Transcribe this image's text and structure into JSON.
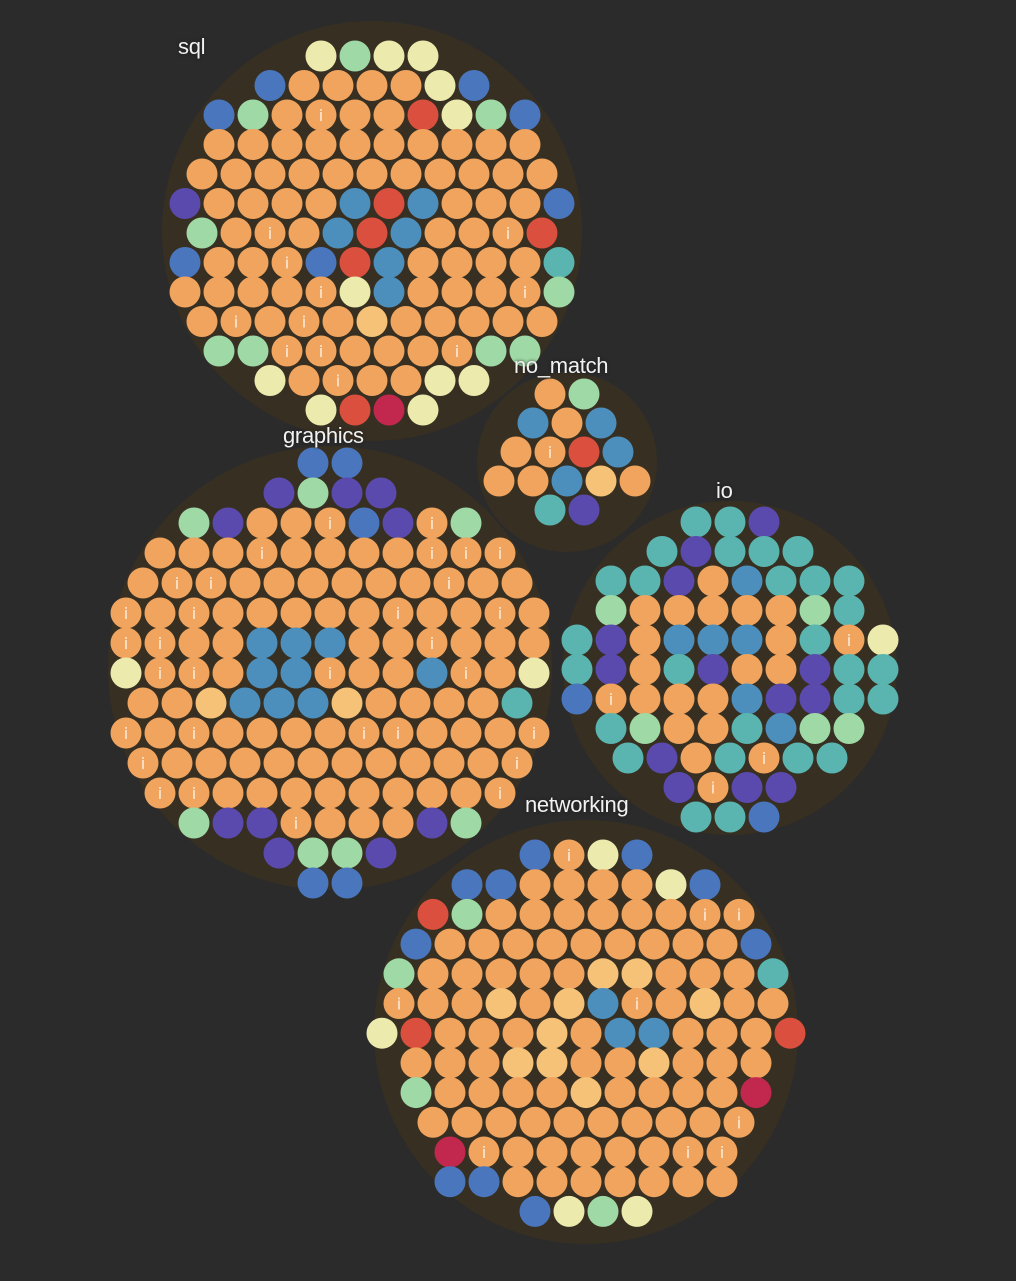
{
  "palette": {
    "background": "#2b2b2b",
    "cluster_fill": "#372f22",
    "orange": "#f0a45e",
    "light_orange": "#f5c277",
    "blue": "#4a76bd",
    "mid_blue": "#4c8fbd",
    "teal": "#5ab5b0",
    "mint": "#9ed9a6",
    "yellow": "#ecebad",
    "red": "#db4f3e",
    "crimson": "#c2284e",
    "purple": "#5b4aad"
  },
  "clusters": [
    {
      "id": "sql",
      "label": "sql",
      "radius": 210,
      "rows": [
        "    YMYY",
        "  B OOOOYB",
        " BMOiOORYMB",
        "BOOOOOOOOOOB",
        "BOOOOOOOOOOOB",
        "POOOOdRdOOOB",
        "MOiOdRdOOiR",
        "BOOiBRdOOOOT",
        "BOOOOiYdOOOiMB",
        "BOiOiOlOOOOOB",
        "BMMiiOOOiMMM",
        "    YOiOOYY",
        "     YRCY"
      ]
    },
    {
      "id": "no_match",
      "label": "no_match",
      "radius": 90,
      "rows": [
        " OM",
        "dOd",
        "OiRd",
        "OOdlO",
        " TP"
      ]
    },
    {
      "id": "graphics",
      "label": "graphics",
      "radius": 222,
      "rows": [
        "     BB",
        "    PMPP",
        "  MMPOOiBPiMM",
        " MOOOiOOOOiiiM",
        " COiiOOOOOOiOOC",
        "MiOiOOOOOiOOiOM",
        "YiiOOdddOOiOOOT",
        "YiiOddiOOdiOY",
        " TOOldddlOOOOTB",
        "MiOiOOOOiiOOOiM",
        "CiOOOOOOOOOOiT",
        " MiiOOOOOOOOiR",
        "  MMPPiOOOPMM",
        "     PMMP",
        "      BB"
      ]
    },
    {
      "id": "io",
      "label": "io",
      "radius": 167,
      "rows": [
        "   TTP",
        "  TPTTT",
        "  TTPOdTTT",
        " iMOOOOOMTT",
        "TPOdddOTiY",
        "TPOTPOOPTT",
        "BiOOOdPPTT",
        "TTMOOTdMMT",
        "  TTPOTiTTY",
        "  PiPP",
        "   TTB"
      ]
    },
    {
      "id": "networking",
      "label": "networking",
      "radius": 212,
      "rows": [
        "    BiYB",
        "  BBBOOOOYBB",
        " BRMOOOOOOiiB",
        " BOOOOOOOOOB",
        "BMOOOOOllOOOTB",
        "BiOOlOldiOlOOB",
        "YROOOlOddOOOR",
        " BOOOllOOlOOOM",
        "BMOOOOlOOOOCB",
        "BOOOOOOOOOiB",
        "BRCiOOOOOiiOB",
        " BBBOOOOOOOY",
        "   BYMY"
      ]
    }
  ],
  "diagram_items": {
    "sql": [
      {
        "kind": "circle",
        "color": "yellow",
        "info": false
      },
      {
        "kind": "circle",
        "color": "mint",
        "info": false
      },
      {
        "kind": "circle",
        "color": "yellow",
        "info": false
      },
      {
        "kind": "circle",
        "color": "yellow",
        "info": false
      },
      {
        "kind": "circle",
        "color": "blue",
        "info": false
      },
      {
        "kind": "circle",
        "color": "yellow",
        "info": false
      },
      {
        "kind": "circle",
        "color": "orange",
        "info": true
      },
      {
        "kind": "circle",
        "color": "orange",
        "info": false
      },
      {
        "kind": "circle",
        "color": "orange",
        "info": false
      },
      {
        "kind": "circle",
        "color": "yellow",
        "info": false
      },
      {
        "kind": "circle",
        "color": "blue",
        "info": false
      },
      {
        "kind": "circle",
        "color": "red",
        "info": false
      },
      {
        "kind": "circle",
        "color": "mint",
        "info": false
      },
      {
        "kind": "circle",
        "color": "purple",
        "info": false
      },
      {
        "kind": "circle",
        "color": "mid_blue",
        "info": true
      },
      {
        "kind": "circle",
        "color": "crimson",
        "info": false
      }
    ],
    "no_match": [
      {
        "kind": "circle",
        "color": "orange",
        "info": false
      },
      {
        "kind": "circle",
        "color": "mint",
        "info": false
      },
      {
        "kind": "circle",
        "color": "mid_blue",
        "info": true
      },
      {
        "kind": "circle",
        "color": "red",
        "info": false
      },
      {
        "kind": "circle",
        "color": "teal",
        "info": false
      },
      {
        "kind": "circle",
        "color": "purple",
        "info": false
      }
    ],
    "graphics": [
      {
        "kind": "circle",
        "color": "blue",
        "info": false
      },
      {
        "kind": "circle",
        "color": "purple",
        "info": false
      },
      {
        "kind": "circle",
        "color": "mint",
        "info": true
      },
      {
        "kind": "circle",
        "color": "crimson",
        "info": true
      },
      {
        "kind": "circle",
        "color": "yellow",
        "info": false
      },
      {
        "kind": "circle",
        "color": "mid_blue",
        "info": true
      },
      {
        "kind": "circle",
        "color": "light_orange",
        "info": true
      },
      {
        "kind": "circle",
        "color": "red",
        "info": true
      }
    ],
    "io": [
      {
        "kind": "circle",
        "color": "teal",
        "info": true
      },
      {
        "kind": "circle",
        "color": "purple",
        "info": true
      },
      {
        "kind": "circle",
        "color": "orange",
        "info": false
      },
      {
        "kind": "circle",
        "color": "mid_blue",
        "info": true
      },
      {
        "kind": "circle",
        "color": "yellow",
        "info": false
      },
      {
        "kind": "circle",
        "color": "blue",
        "info": true
      }
    ],
    "networking": [
      {
        "kind": "circle",
        "color": "blue",
        "info": false
      },
      {
        "kind": "circle",
        "color": "yellow",
        "info": true
      },
      {
        "kind": "circle",
        "color": "red",
        "info": true
      },
      {
        "kind": "circle",
        "color": "light_orange",
        "info": false
      },
      {
        "kind": "circle",
        "color": "mid_blue",
        "info": true
      },
      {
        "kind": "circle",
        "color": "crimson",
        "info": true
      },
      {
        "kind": "circle",
        "color": "mint",
        "info": false
      }
    ]
  },
  "info_marker": "i"
}
